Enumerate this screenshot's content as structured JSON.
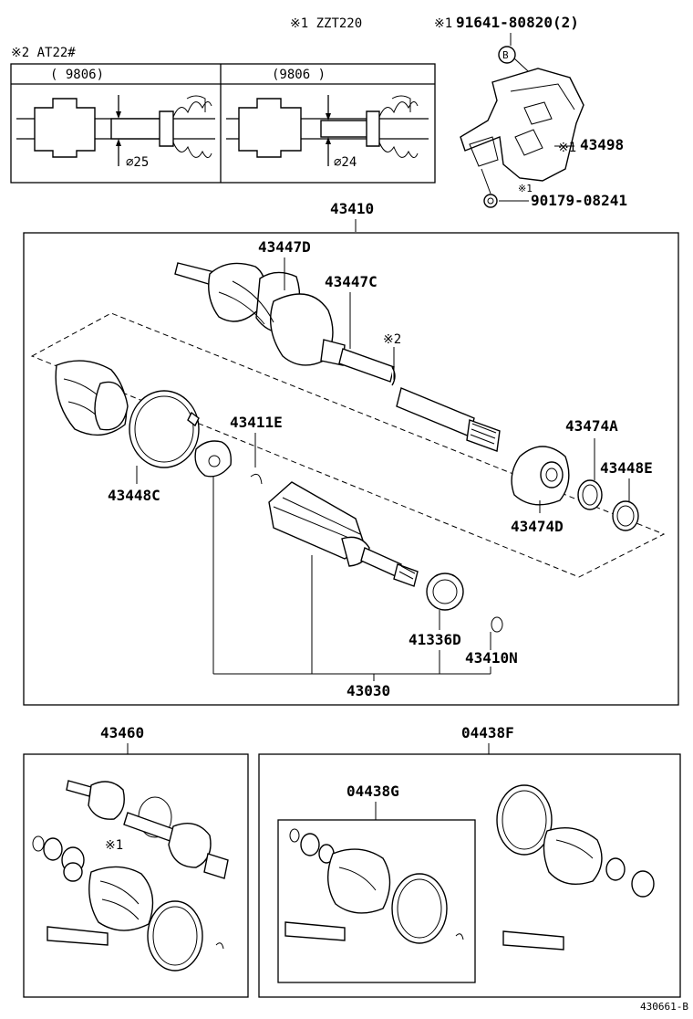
{
  "header": {
    "note_engine": "※1 ZZT220",
    "note_at": "※2 AT22#",
    "inset_left_label": "(      9806)",
    "inset_right_label": "(9806      )",
    "dia_left": "⌀25",
    "dia_right": "⌀24"
  },
  "bracket": {
    "bolt_mark": "※1",
    "bolt": "91641-80820(2)",
    "callout": "B",
    "bracket_mark": "※1",
    "bracket": "43498",
    "nut_mark": "※1",
    "nut": "90179-08241"
  },
  "main_assembly": {
    "shaft": "43410",
    "outer_boot_clamp": "43447D",
    "outer_boot_clamp_2": "43447C",
    "note_mark": "※2",
    "outer_boot": "43448C",
    "spider": "43411E",
    "inner_boot": "43474A",
    "inner_clamp": "43448E",
    "inner_boot_kit": "43474D",
    "seal": "41336D",
    "snap_ring": "43410N",
    "inboard_joint": "43030"
  },
  "lower_left": {
    "label": "43460",
    "note_mark": "※1"
  },
  "lower_right": {
    "label": "04438F",
    "sub_label": "04438G"
  },
  "footer": {
    "diagram_id": "430661-B"
  }
}
